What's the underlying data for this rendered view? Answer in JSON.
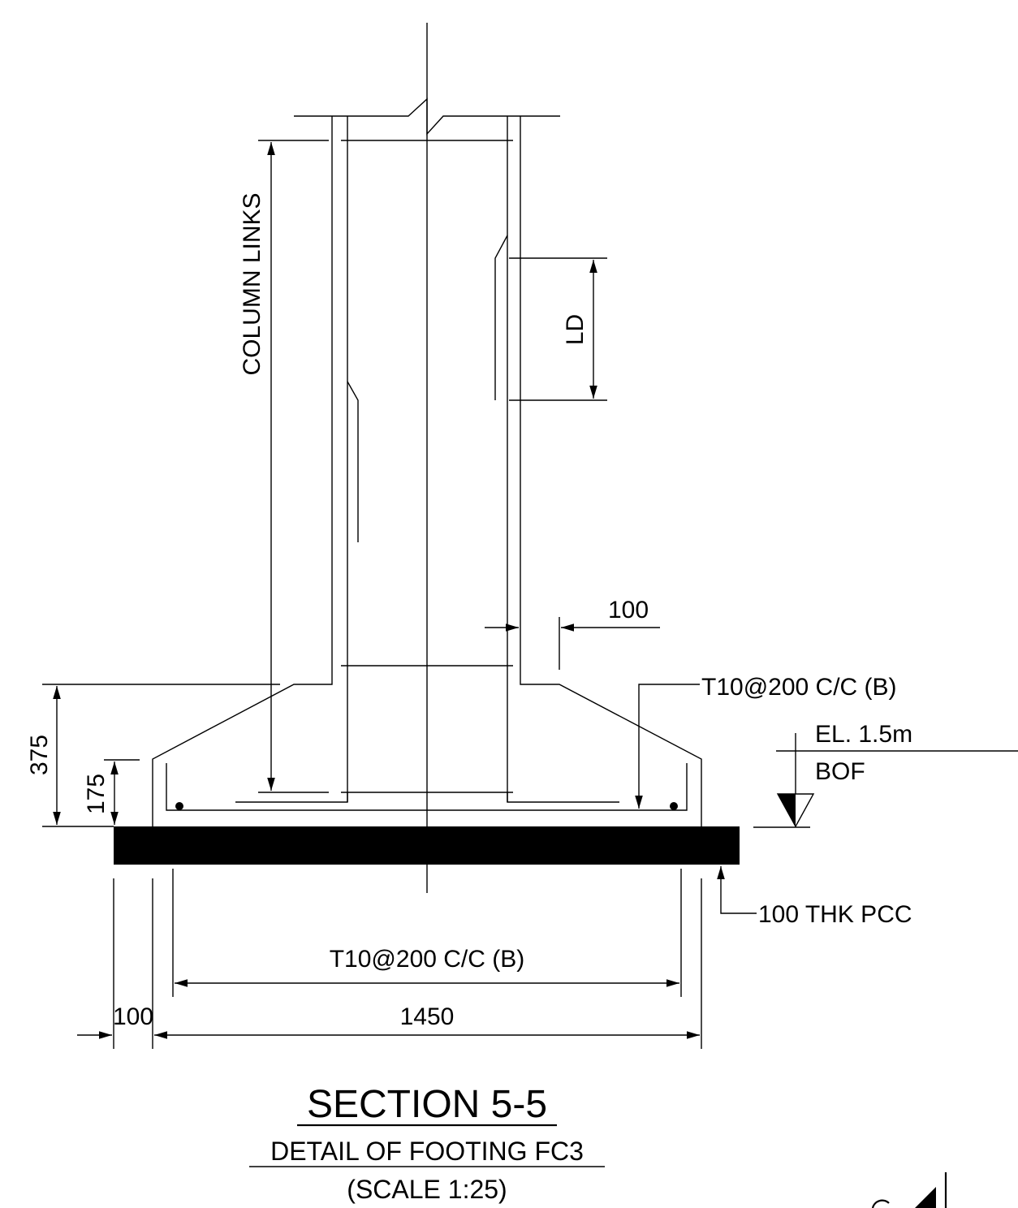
{
  "dimensions": {
    "column_links": "COLUMN LINKS",
    "lap_length": "LD",
    "offset_top": "100",
    "depth_total": "375",
    "depth_edge": "175",
    "edge_projection": "100",
    "footing_width": "1450"
  },
  "annotations": {
    "top_bar": "T10@200 C/C (B)",
    "bottom_bar": "T10@200 C/C (B)",
    "level": "EL. 1.5m",
    "level_ref": "BOF",
    "pcc": "100 THK PCC"
  },
  "titles": {
    "section": "SECTION 5-5",
    "detail": "DETAIL OF FOOTING FC3",
    "scale": "(SCALE 1:25)"
  }
}
